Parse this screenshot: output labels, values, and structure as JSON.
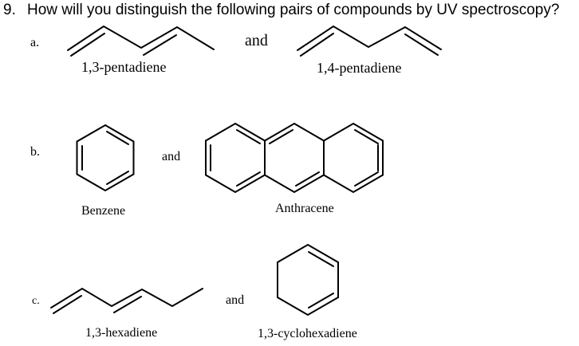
{
  "question": {
    "number": "9.",
    "text": "How will you distinguish the following pairs of compounds by UV spectroscopy?"
  },
  "parts": [
    {
      "letter": "a.",
      "joiner": "and",
      "left": "1,3-pentadiene",
      "right": "1,4-pentadiene"
    },
    {
      "letter": "b.",
      "joiner": "and",
      "left": "Benzene",
      "right": "Anthracene"
    },
    {
      "letter": "c.",
      "joiner": "and",
      "left": "1,3-hexadiene",
      "right": "1,3-cyclohexadiene"
    }
  ]
}
